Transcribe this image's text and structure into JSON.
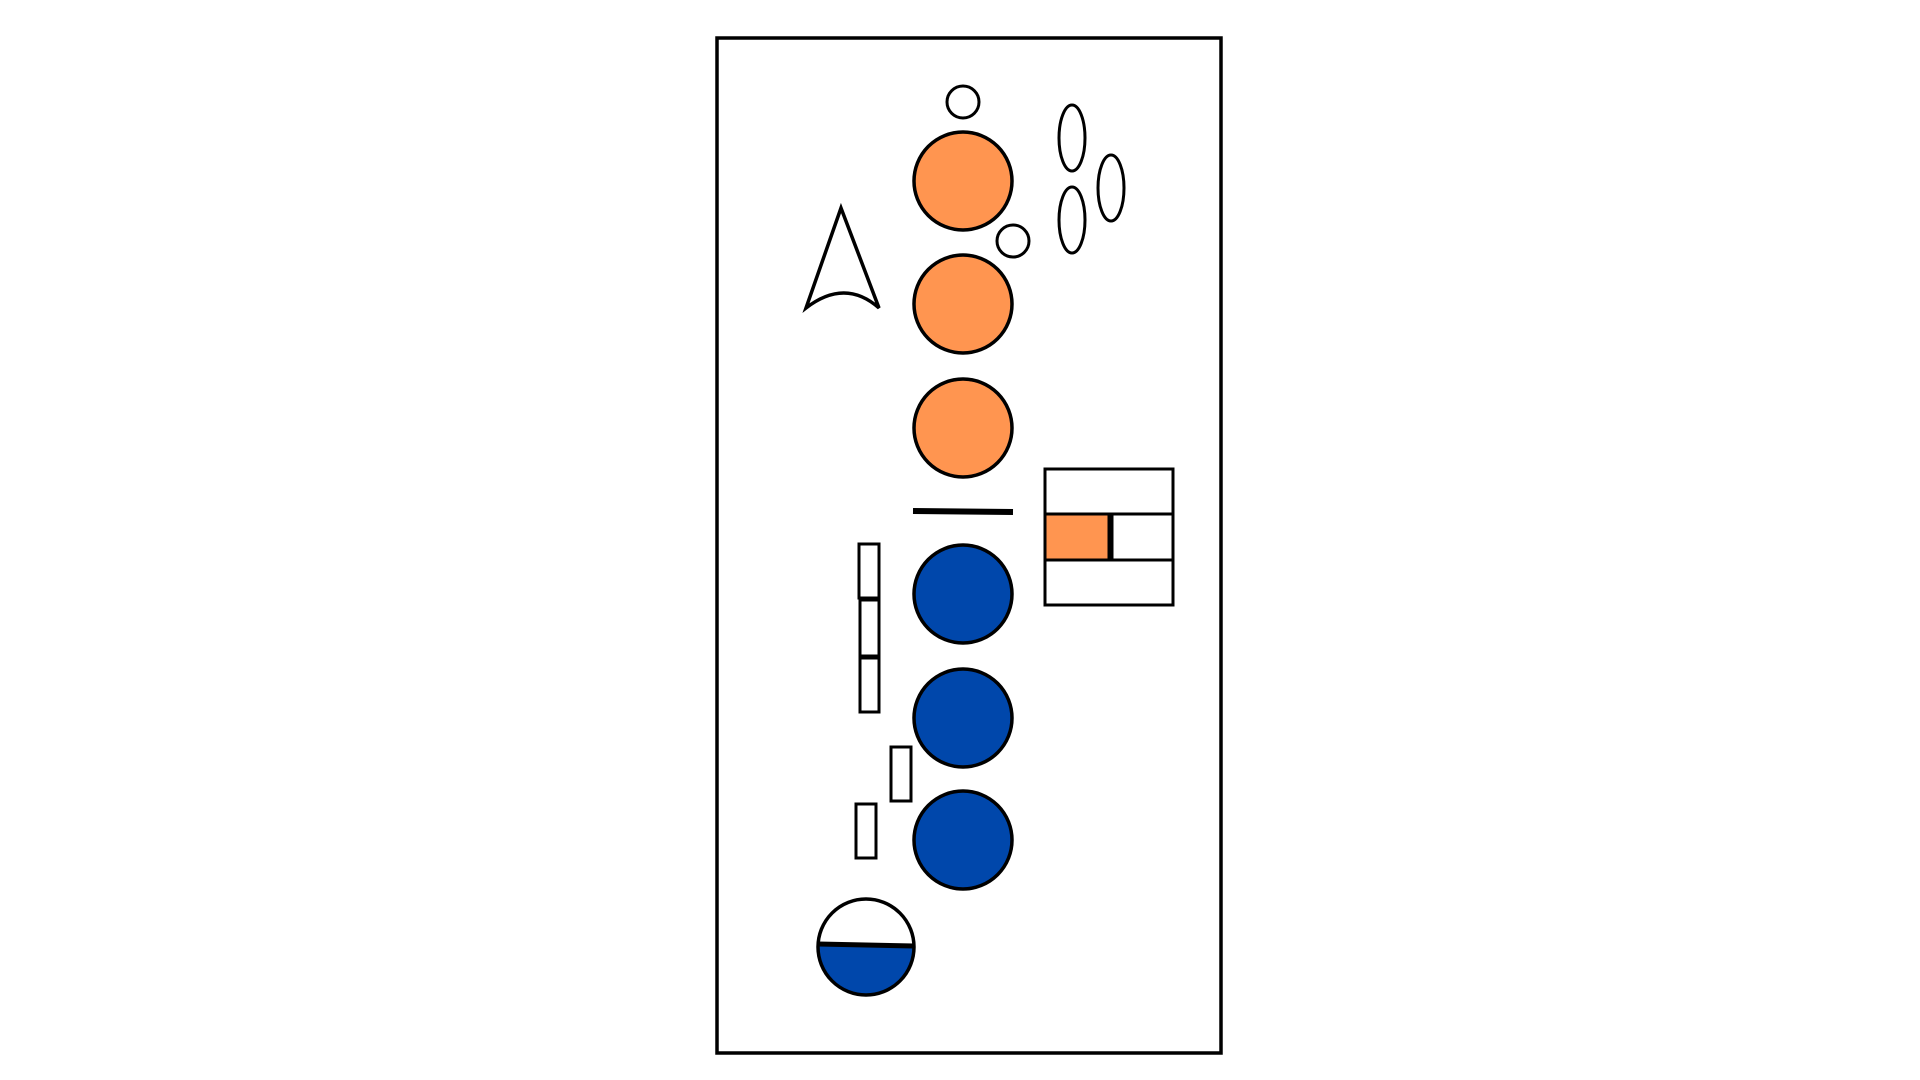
{
  "diagram": {
    "background": "#ffffff",
    "stroke_color": "#000000",
    "colors": {
      "orange": "#ff9550",
      "blue": "#0047ab",
      "empty": "#ffffff"
    },
    "legend_swatch_fill": "orange",
    "small_circle_count": 2,
    "ellipse_count": 3,
    "orange_circle_count": 3,
    "blue_circle_count": 3,
    "rectangle_count": 5,
    "half_filled_circle_fill_fraction": 0.5,
    "half_filled_circle_fill_color": "blue",
    "icons": {
      "arrow": "arrowhead-icon",
      "divider": "horizontal-bar"
    }
  }
}
